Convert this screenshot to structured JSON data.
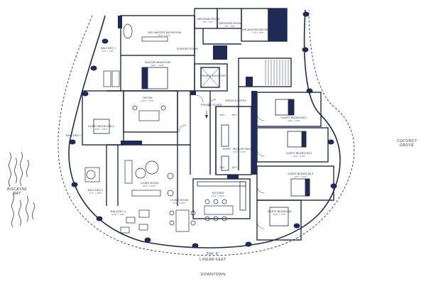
{
  "colors": {
    "wall": "#1f2a55",
    "ink": "#2a3563",
    "paper": "#ffffff"
  },
  "rooms": [
    {
      "name": "DRESSING ROOM",
      "dim": "8'0\" × 8'4\""
    },
    {
      "name": "DRESSING ROOM",
      "dim": "8'0\" × 8'0\""
    },
    {
      "name": "HIS MASTER BATHROOM",
      "dim": "7'0\" × 13'0\""
    },
    {
      "name": "HER MASTER BATHROOM",
      "dim": "20'0\" × 11'0\""
    },
    {
      "name": "POWDER ROOM",
      "dim": ""
    },
    {
      "name": "BALCONY 1",
      "dim": "8'0\" × 14'0\""
    },
    {
      "name": "MASTER BEDROOM",
      "dim": "20'0\" × 14'6\""
    },
    {
      "name": "PRIVATE ELEVATOR",
      "dim": ""
    },
    {
      "name": "OFFICE",
      "dim": "14'0\" × 13'0\""
    },
    {
      "name": "GUEST BEDROOM 4",
      "dim": "13'0\" × 15'0\""
    },
    {
      "name": "PRIVATE FOYER",
      "dim": ""
    },
    {
      "name": "SERVICE ENTRY",
      "dim": ""
    },
    {
      "name": "GUEST BEDROOM 1",
      "dim": "13'0\" × 13'0\""
    },
    {
      "name": "BALCONY 2",
      "dim": ""
    },
    {
      "name": "STAFF / BUTLER PANTRY",
      "dim": "12'0\" × 12'0\""
    },
    {
      "name": "GUEST BEDROOM 2",
      "dim": "12'0\" × 13'0\""
    },
    {
      "name": "LIVING ROOM",
      "dim": "33'0\" × 16'0\""
    },
    {
      "name": "GUEST BEDROOM 3",
      "dim": "12'0\" × 13'0\""
    },
    {
      "name": "BALCONY 3",
      "dim": "17'0\" × 15'0\""
    },
    {
      "name": "KITCHEN",
      "dim": "14'0\" × 16'0\""
    },
    {
      "name": "LIVING ROOM",
      "dim": "14'0\" × 16'0\""
    },
    {
      "name": "GUEST BEDROOM",
      "dim": "13'0\" × 13'0\""
    },
    {
      "name": "BALCONY 4",
      "dim": "14'0\" × 14'0\""
    }
  ],
  "fixtures": [
    "A/C",
    "A/C",
    "A/C",
    "A/C"
  ],
  "compass": {
    "west": "BISCAYNE\nBAY",
    "east": "COCONUT\nGROVE",
    "south": "DOWNTOWN"
  },
  "frontage": {
    "length": "204' 6\"",
    "label": "LINEAR FEET"
  }
}
